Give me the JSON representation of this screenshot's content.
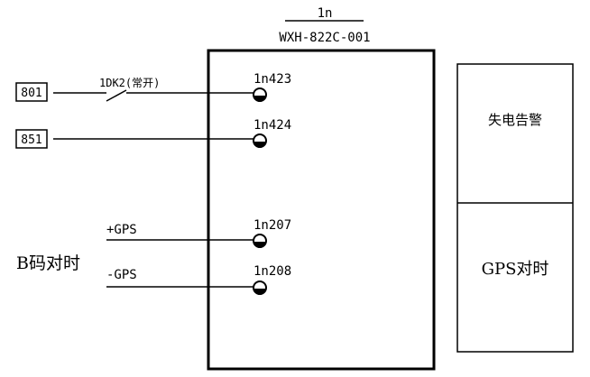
{
  "device": {
    "id": "1n",
    "model": "WXH-822C-001"
  },
  "inputs": [
    {
      "tag": "801",
      "switch_label": "1DK2(常开)",
      "terminal": "1n423"
    },
    {
      "tag": "851",
      "terminal": "1n424"
    }
  ],
  "gps": {
    "group_label": "B码对时",
    "plus_label": "+GPS",
    "plus_terminal": "1n207",
    "minus_label": "-GPS",
    "minus_terminal": "1n208"
  },
  "function_panels": [
    {
      "label": "失电告警"
    },
    {
      "label": "GPS对时"
    }
  ]
}
